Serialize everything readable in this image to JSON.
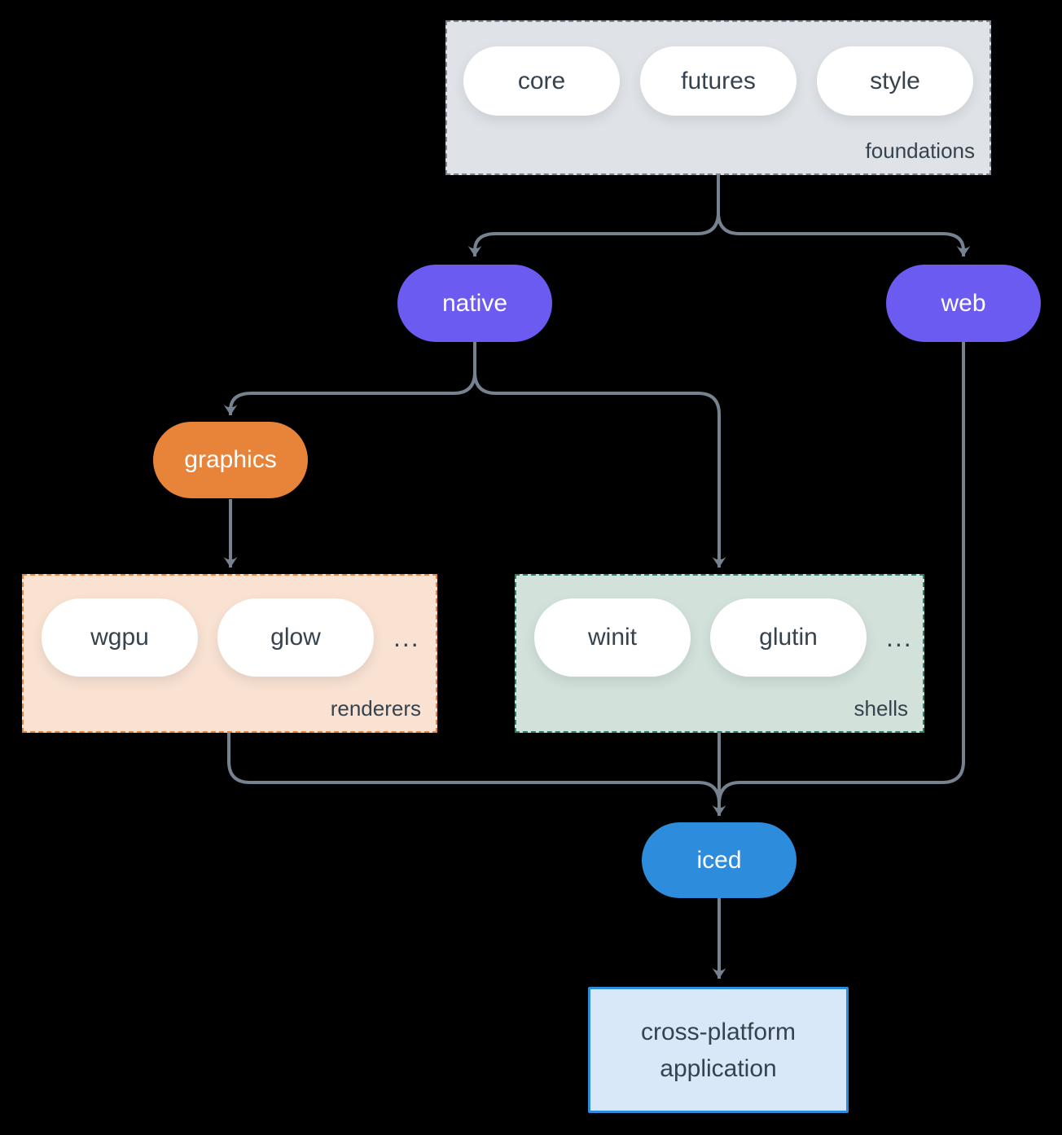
{
  "colors": {
    "background": "#000000",
    "line": "#76828F",
    "text-dark": "#36434F",
    "pill-text-light": "#FFFFFF",
    "pill-fill": "#FFFFFF",
    "purple": "#6B5BF0",
    "orange": "#E8833A",
    "blue": "#2D8CDB",
    "foundations-fill": "#DFE3E7",
    "foundations-border": "#7B8794",
    "renderers-fill": "#F9E2D2",
    "renderers-border": "#E8833A",
    "shells-fill": "#D2E1DA",
    "shells-border": "#2F7D6D",
    "app-fill": "#D8E8F8",
    "app-border": "#2D8CDB"
  },
  "diagram": {
    "foundations": {
      "label": "foundations",
      "pills": [
        "core",
        "futures",
        "style"
      ]
    },
    "native": {
      "label": "native"
    },
    "web": {
      "label": "web"
    },
    "graphics": {
      "label": "graphics"
    },
    "renderers": {
      "label": "renderers",
      "pills": [
        "wgpu",
        "glow"
      ],
      "ellipsis": "..."
    },
    "shells": {
      "label": "shells",
      "pills": [
        "winit",
        "glutin"
      ],
      "ellipsis": "..."
    },
    "iced": {
      "label": "iced"
    },
    "application": {
      "line1": "cross-platform",
      "line2": "application"
    }
  }
}
